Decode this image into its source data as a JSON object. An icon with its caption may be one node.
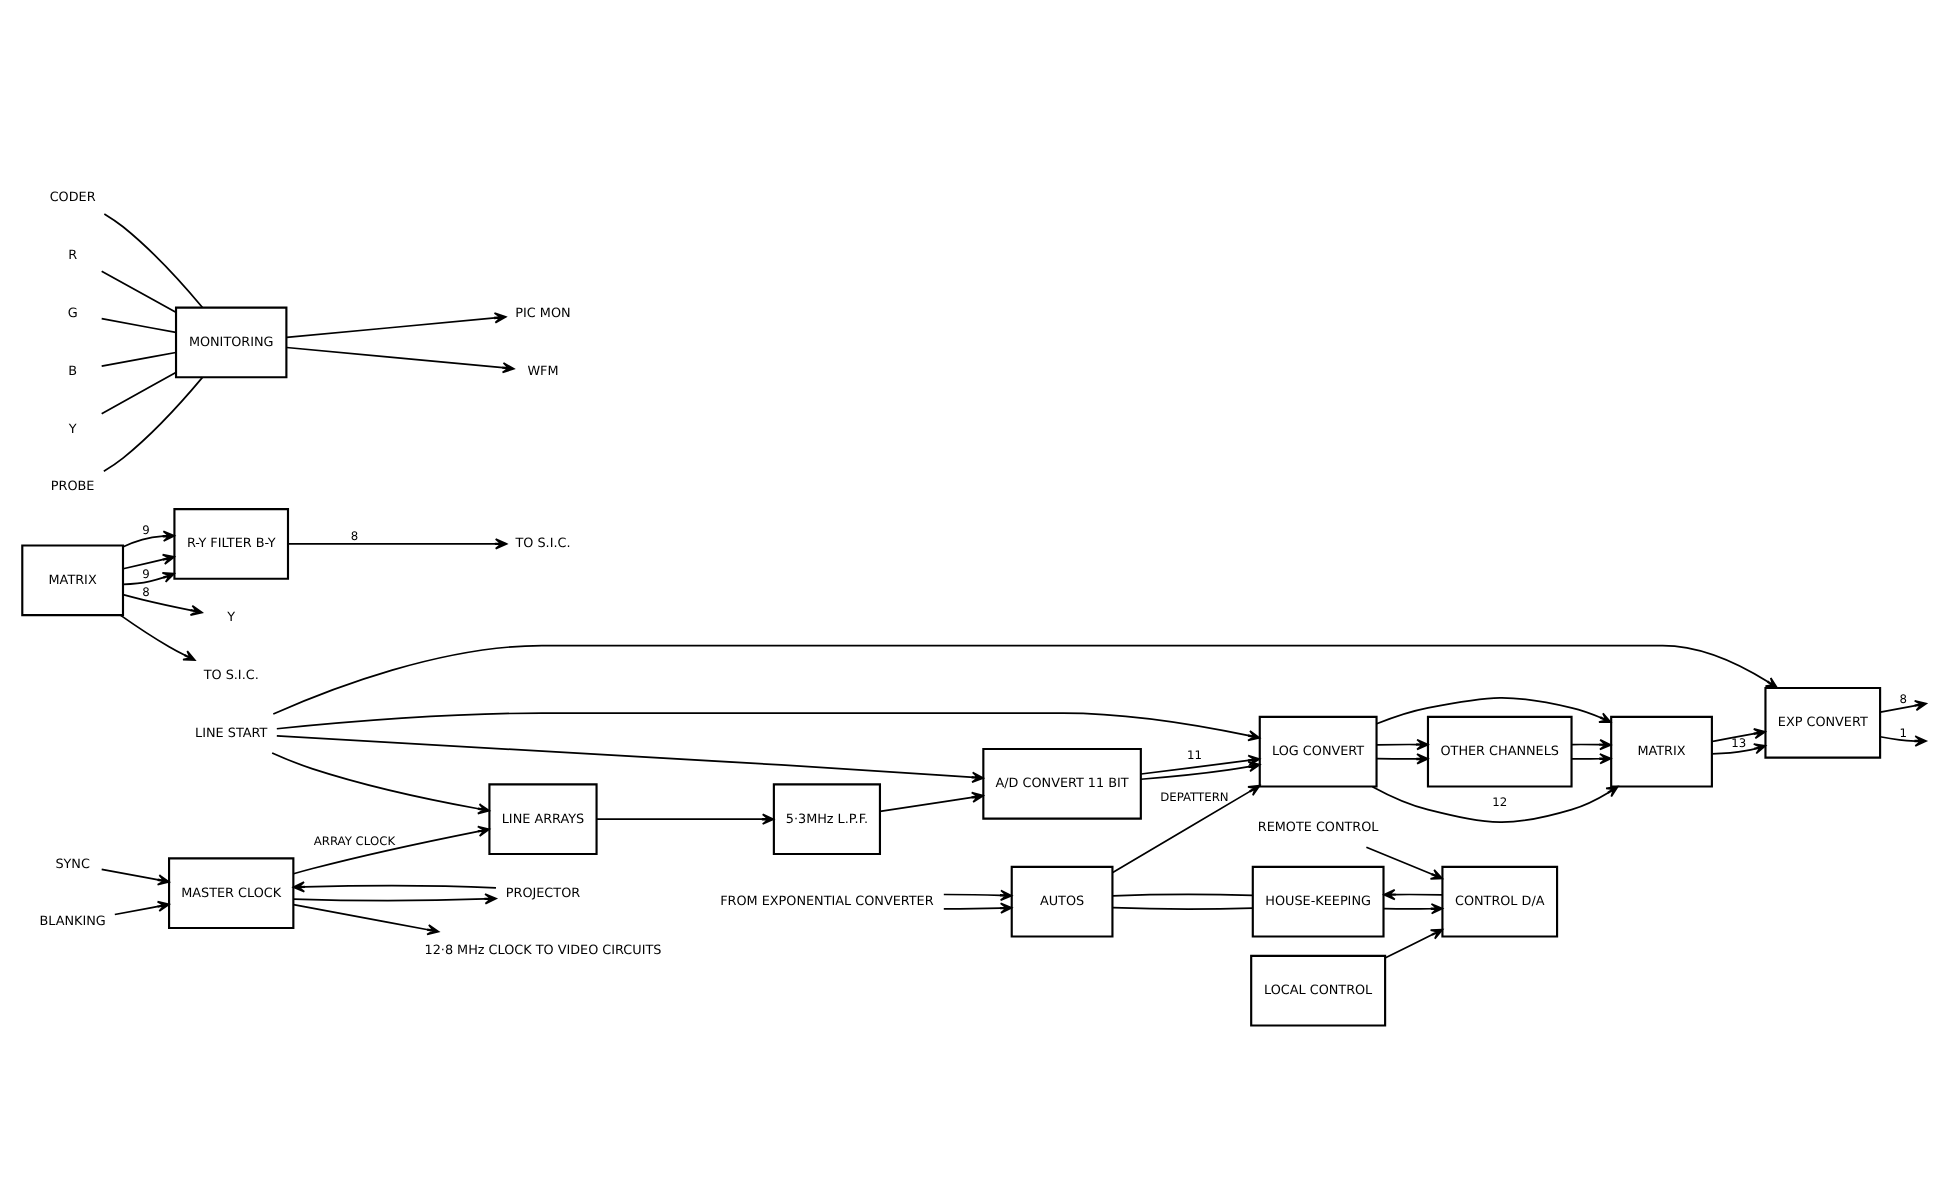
{
  "diagram": {
    "nodes": [
      {
        "text": [
          "LINE ARRAYS"
        ]
      },
      {
        "text": [
          "5·3MHz L.P.F."
        ]
      },
      {
        "text": [
          "A/D CONVERT 11 BIT"
        ]
      },
      {
        "text": [
          "LOG CONVERT"
        ]
      },
      {
        "text": [
          "OTHER CHANNELS"
        ]
      },
      {
        "text": [
          "MATRIX"
        ]
      },
      {
        "text": [
          "EXP CONVERT"
        ]
      },
      {
        "text": [
          "MATRIX"
        ]
      },
      {
        "text": [
          "R-Y FILTER B-Y"
        ]
      },
      {
        "text": [
          "MASTER CLOCK"
        ]
      },
      {
        "text": [
          "AUTOS"
        ]
      },
      {
        "text": [
          "HOUSE-KEEPING"
        ]
      },
      {
        "text": [
          "LOCAL CONTROL"
        ]
      },
      {
        "text": [
          "CONTROL D/A"
        ]
      },
      {
        "text": [
          "MONITORING"
        ]
      },
      {
        "text": [
          "LINE START"
        ]
      },
      {
        "text": [
          "12·8 MHz CLOCK TO VIDEO CIRCUITS"
        ]
      },
      {
        "text": [
          "SYNC"
        ]
      },
      {
        "text": [
          "BLANKING"
        ]
      },
      {
        "text": [
          "PROJECTOR"
        ]
      },
      {
        "text": [
          "FROM EXPONENTIAL CONVERTER"
        ]
      },
      {
        "text": [
          "Y"
        ]
      },
      {
        "text": [
          "TO S.I.C."
        ]
      },
      {
        "text": [
          "TO S.I.C."
        ]
      },
      {
        "text": [
          "REMOTE CONTROL"
        ]
      },
      {
        "text": [
          "CODER"
        ]
      },
      {
        "text": [
          "R"
        ]
      },
      {
        "text": [
          "G"
        ]
      },
      {
        "text": [
          "B"
        ]
      },
      {
        "text": [
          "Y"
        ]
      },
      {
        "text": [
          "PROBE"
        ]
      },
      {
        "text": [
          "PIC MON"
        ]
      },
      {
        "text": [
          "WFM"
        ]
      }
    ],
    "edges": [
      {
        "from": 0,
        "to": 1,
        "arrow": "to"
      },
      {
        "from": 1,
        "to": 2,
        "arrow": "to"
      },
      {
        "from": 2,
        "to": 3,
        "arrow": "to",
        "label": "11"
      },
      {
        "from": 2,
        "to": 3,
        "arrow": "to"
      },
      {
        "from": 3,
        "to": 5,
        "arrow": "to",
        "label": "12"
      },
      {
        "from": 3,
        "to": 5,
        "arrow": "to"
      },
      {
        "from": 3,
        "to": 4,
        "arrow": "to"
      },
      {
        "from": 3,
        "to": 4,
        "arrow": "to"
      },
      {
        "from": 4,
        "to": 5,
        "arrow": "to"
      },
      {
        "from": 4,
        "to": 5,
        "arrow": "to"
      },
      {
        "from": 5,
        "to": 6,
        "arrow": "to",
        "label": "13"
      },
      {
        "from": 5,
        "to": 6,
        "arrow": "to"
      },
      {
        "from": 6,
        "to": null,
        "arrow": "to",
        "label": "8"
      },
      {
        "from": 6,
        "to": null,
        "arrow": "to",
        "label": "1"
      },
      {
        "from": 7,
        "to": 21,
        "arrow": "to",
        "label": "8"
      },
      {
        "from": 7,
        "to": 22,
        "arrow": "to"
      },
      {
        "from": 7,
        "to": 8,
        "arrow": "to",
        "label": "9"
      },
      {
        "from": 7,
        "to": 8,
        "arrow": "to"
      },
      {
        "from": 7,
        "to": 8,
        "arrow": "to",
        "label": "9"
      },
      {
        "from": 8,
        "to": 23,
        "arrow": "to",
        "label": "8"
      },
      {
        "from": 15,
        "to": 0,
        "arrow": "to"
      },
      {
        "from": 15,
        "to": 2,
        "arrow": "to"
      },
      {
        "from": 15,
        "to": 3,
        "arrow": "to"
      },
      {
        "from": 15,
        "to": 6,
        "arrow": "to"
      },
      {
        "from": 9,
        "to": 0,
        "arrow": "to",
        "label": "ARRAY CLOCK"
      },
      {
        "from": 9,
        "to": 16,
        "arrow": "to"
      },
      {
        "from": 17,
        "to": 9,
        "arrow": "to"
      },
      {
        "from": 18,
        "to": 9,
        "arrow": "to"
      },
      {
        "from": 9,
        "to": 19,
        "arrow": "to"
      },
      {
        "from": 19,
        "to": 9,
        "arrow": "to"
      },
      {
        "from": 20,
        "to": 10,
        "arrow": "to"
      },
      {
        "from": 20,
        "to": 10,
        "arrow": "to"
      },
      {
        "from": 10,
        "to": 3,
        "arrow": "to",
        "label": "DEPATTERN"
      },
      {
        "from": 10,
        "to": 11,
        "arrow": "none"
      },
      {
        "from": 10,
        "to": 11,
        "arrow": "none"
      },
      {
        "from": 11,
        "to": 13,
        "arrow": "to"
      },
      {
        "from": 13,
        "to": 11,
        "arrow": "to"
      },
      {
        "from": 12,
        "to": 13,
        "arrow": "to"
      },
      {
        "from": 24,
        "to": 13,
        "arrow": "to"
      },
      {
        "from": 25,
        "to": 14,
        "arrow": "none"
      },
      {
        "from": 26,
        "to": 14,
        "arrow": "none"
      },
      {
        "from": 27,
        "to": 14,
        "arrow": "none"
      },
      {
        "from": 28,
        "to": 14,
        "arrow": "none"
      },
      {
        "from": 29,
        "to": 14,
        "arrow": "none"
      },
      {
        "from": 30,
        "to": 14,
        "arrow": "none"
      },
      {
        "from": 14,
        "to": 31,
        "arrow": "to"
      },
      {
        "from": 14,
        "to": 32,
        "arrow": "to"
      }
    ]
  }
}
